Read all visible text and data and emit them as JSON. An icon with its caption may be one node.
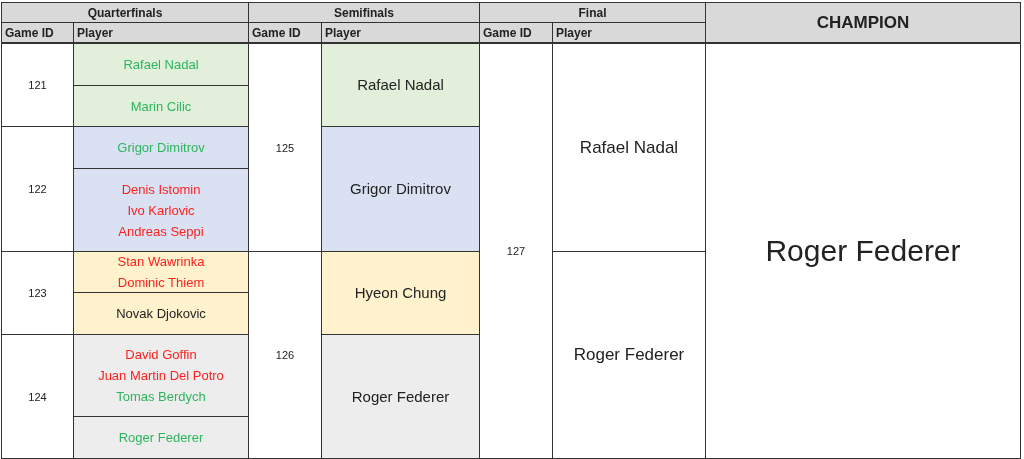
{
  "diagram": {
    "nodes": [
      {
        "text": [
          "Quarterfinals"
        ]
      },
      {
        "text": [
          "Semifinals"
        ]
      },
      {
        "text": [
          "Final"
        ]
      },
      {
        "text": [
          "CHAMPION"
        ]
      },
      {
        "text": [
          "Game ID"
        ]
      },
      {
        "text": [
          "Player"
        ]
      },
      {
        "text": [
          "Game ID"
        ]
      },
      {
        "text": [
          "Player"
        ]
      },
      {
        "text": [
          "Game ID"
        ]
      },
      {
        "text": [
          "Player"
        ]
      },
      {
        "text": [
          "121"
        ]
      },
      {
        "text": [
          "Rafael Nadal"
        ]
      },
      {
        "text": [
          "125"
        ]
      },
      {
        "text": [
          "Rafael Nadal"
        ]
      },
      {
        "text": [
          "127"
        ]
      },
      {
        "text": [
          "Rafael Nadal"
        ]
      },
      {
        "text": [
          "Roger Federer"
        ]
      },
      {
        "text": [
          "Marin Cilic"
        ]
      },
      {
        "text": [
          "122"
        ]
      },
      {
        "text": [
          "Grigor Dimitrov"
        ]
      },
      {
        "text": [
          "Grigor Dimitrov"
        ]
      },
      {
        "text": [
          "Denis Istomin",
          "Ivo Karlovic",
          "Andreas Seppi"
        ]
      },
      {
        "text": [
          "123"
        ]
      },
      {
        "text": [
          "Stan Wawrinka",
          "Dominic Thiem"
        ]
      },
      {
        "text": [
          "126"
        ]
      },
      {
        "text": [
          "Hyeon Chung"
        ]
      },
      {
        "text": [
          "Roger Federer"
        ]
      },
      {
        "text": [
          "Novak Djokovic"
        ]
      },
      {
        "text": [
          "124"
        ]
      },
      {
        "text": [
          "David Goffin",
          "Juan Martin Del Potro",
          "Tomas Berdych"
        ]
      },
      {
        "text": [
          "Roger Federer"
        ]
      },
      {
        "text": [
          "Roger Federer"
        ]
      }
    ]
  }
}
